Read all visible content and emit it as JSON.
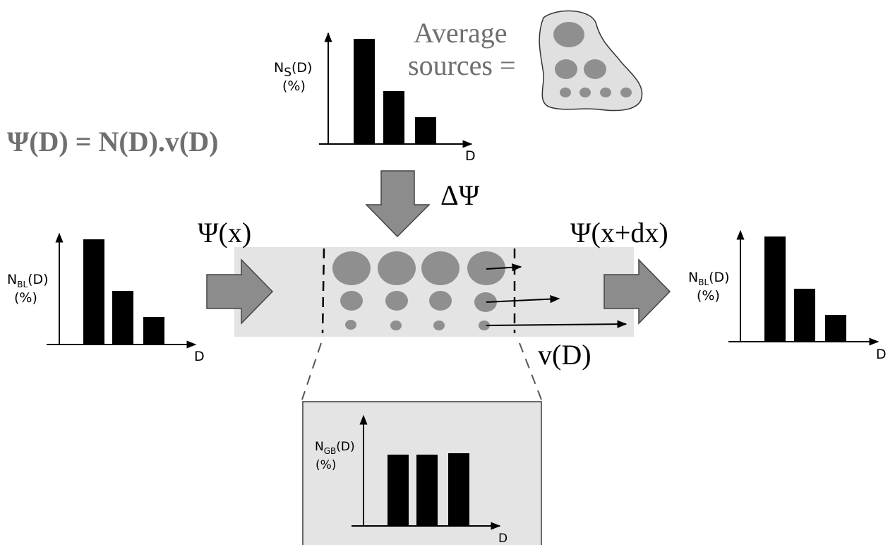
{
  "equation": "Ψ(D) = N(D).v(D)",
  "average_sources": {
    "line1": "Average",
    "line2": "sources ="
  },
  "flux_in": "Ψ(x)",
  "flux_out": "Ψ(x+dx)",
  "delta_flux": "ΔΨ",
  "velocity": "v(D)",
  "colors": {
    "text_gray": "#6f6f6f",
    "channel": "#e4e4e4",
    "grain": "#8f8f8f",
    "arrow_fill": "#8c8c8c",
    "bar": "#000000",
    "blob": "#e0e0e0"
  },
  "charts": {
    "sources": {
      "ylabel_main": "N",
      "ylabel_sub": "S",
      "ylabel_suffix": "(D)",
      "ylabel_unit": "(%)",
      "xlabel": "D"
    },
    "bedload_in": {
      "ylabel_main": "N",
      "ylabel_sub": "BL",
      "ylabel_suffix": "(D)",
      "ylabel_unit": "(%)",
      "xlabel": "D"
    },
    "bedload_out": {
      "ylabel_main": "N",
      "ylabel_sub": "BL",
      "ylabel_suffix": "(D)",
      "ylabel_unit": "(%)",
      "xlabel": "D"
    },
    "grain_bed": {
      "ylabel_main": "N",
      "ylabel_sub": "GB",
      "ylabel_suffix": "(D)",
      "ylabel_unit": "(%)",
      "xlabel": "D"
    }
  }
}
